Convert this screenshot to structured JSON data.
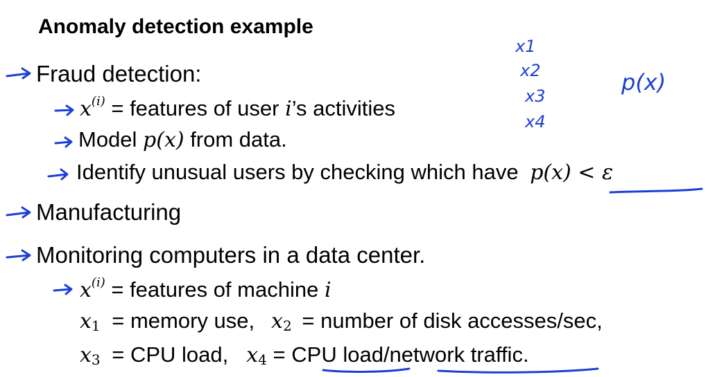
{
  "slide": {
    "title": "Anomaly detection example",
    "fraud": {
      "label": "Fraud detection:",
      "items": [
        {
          "math": "x",
          "sup": "(i)",
          "text": " = features of user ",
          "var": "i",
          "tail": "’s activities"
        },
        {
          "pre": "Model ",
          "math": "p(x)",
          "text": " from data."
        },
        {
          "text": "Identify unusual users by checking which have ",
          "math": "p(x) < ε"
        }
      ]
    },
    "manufacturing": {
      "label": "Manufacturing"
    },
    "monitoring": {
      "label": "Monitoring computers in a data center.",
      "item1": {
        "math": "x",
        "sup": "(i)",
        "text": " = features of machine ",
        "var": "i"
      },
      "row2": {
        "v1": "x",
        "s1": "1",
        "t1": " = memory use,",
        "v2": "x",
        "s2": "2",
        "t2": " = number of disk accesses/sec,"
      },
      "row3": {
        "v1": "x",
        "s1": "3",
        "t1": " = CPU load,",
        "v2": "x",
        "s2": "4",
        "t2": " = CPU load/network traffic."
      }
    }
  },
  "annotations": {
    "features": [
      "x1",
      "x2",
      "x3",
      "x4"
    ],
    "density": "p(x)",
    "ink_color": "#1a3fd6"
  }
}
